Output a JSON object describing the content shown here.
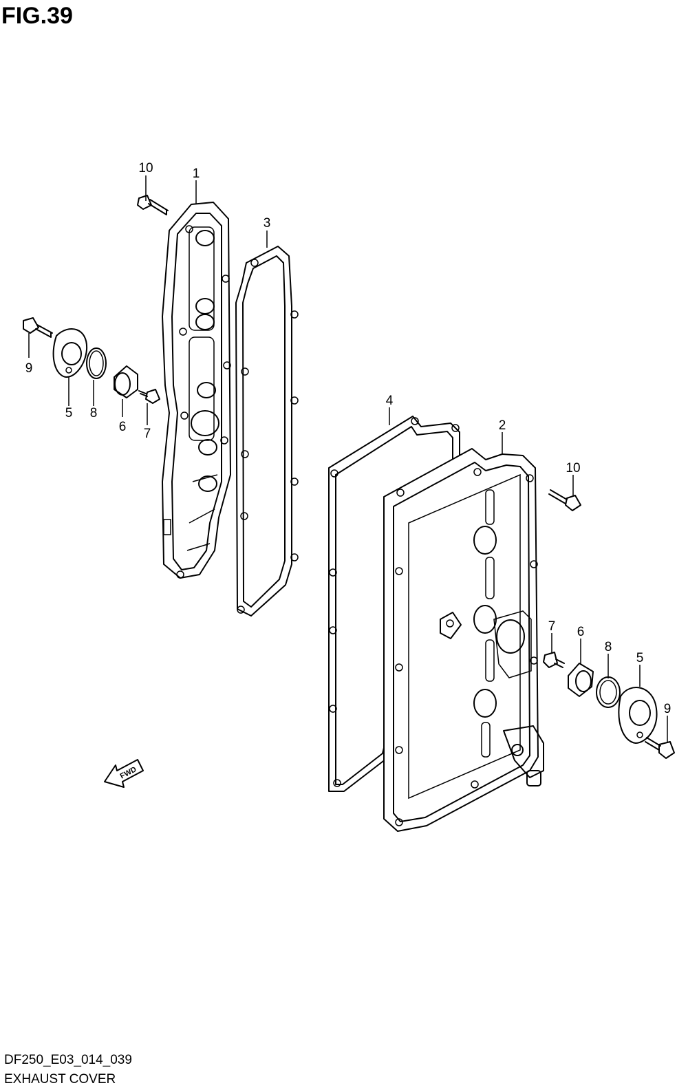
{
  "figure": {
    "title": "FIG.39",
    "code": "DF250_E03_014_039",
    "name": "EXHAUST COVER"
  },
  "callouts": {
    "c1": "1",
    "c2": "2",
    "c3": "3",
    "c4": "4",
    "c5a": "5",
    "c5b": "5",
    "c6a": "6",
    "c6b": "6",
    "c7a": "7",
    "c7b": "7",
    "c8a": "8",
    "c8b": "8",
    "c9a": "9",
    "c9b": "9",
    "c10a": "10",
    "c10b": "10"
  },
  "fwd_label": "FWD"
}
